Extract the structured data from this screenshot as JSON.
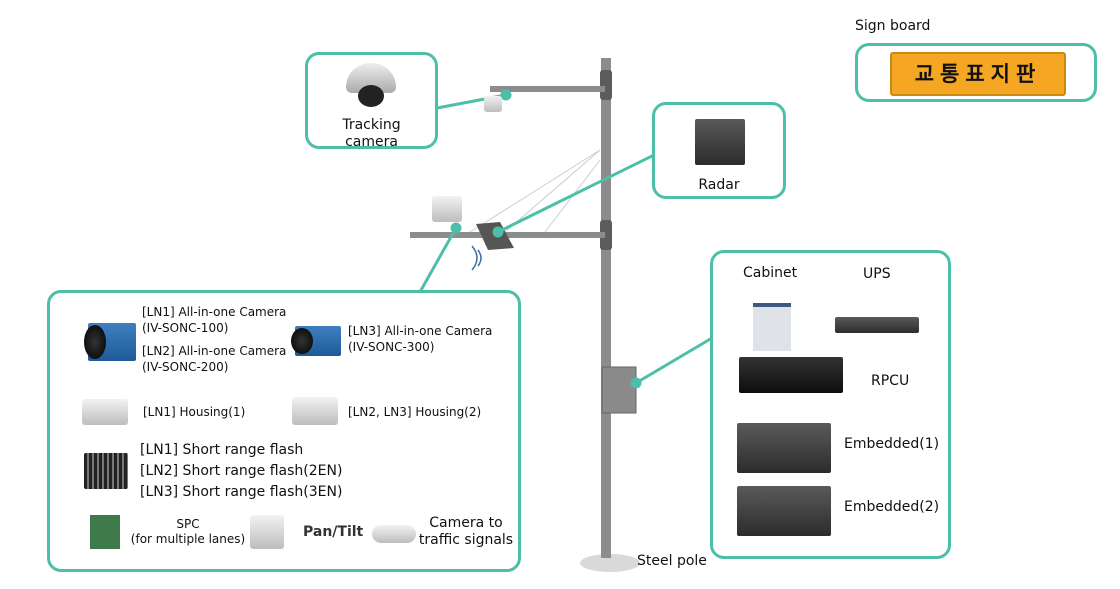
{
  "colors": {
    "accent": "#4dbfa8",
    "sign": "#f5a623",
    "pole": "#8c8c8c"
  },
  "tracking_camera": {
    "label_line1": "Tracking",
    "label_line2": "camera"
  },
  "radar": {
    "label": "Radar"
  },
  "sign_board": {
    "label": "Sign board",
    "sign_text": "교통표지판"
  },
  "steel_pole": {
    "label": "Steel pole"
  },
  "left_panel": {
    "cam_ln1": "[LN1] All-in-one Camera",
    "cam_ln1_model": "(IV-SONC-100)",
    "cam_ln2": "[LN2] All-in-one Camera",
    "cam_ln2_model": "(IV-SONC-200)",
    "cam_ln3": "[LN3] All-in-one Camera",
    "cam_ln3_model": "(IV-SONC-300)",
    "housing1": "[LN1] Housing(1)",
    "housing2": "[LN2, LN3] Housing(2)",
    "flash": [
      "[LN1] Short range flash",
      "[LN2] Short range flash(2EN)",
      "[LN3] Short range flash(3EN)"
    ],
    "spc": "SPC",
    "spc_sub": "(for multiple lanes)",
    "pan_tilt": "Pan/Tilt",
    "signal_cam1": "Camera to",
    "signal_cam2": "traffic signals"
  },
  "right_panel": {
    "cabinet": "Cabinet",
    "ups": "UPS",
    "rpcu": "RPCU",
    "embedded1": "Embedded(1)",
    "embedded2": "Embedded(2)"
  }
}
